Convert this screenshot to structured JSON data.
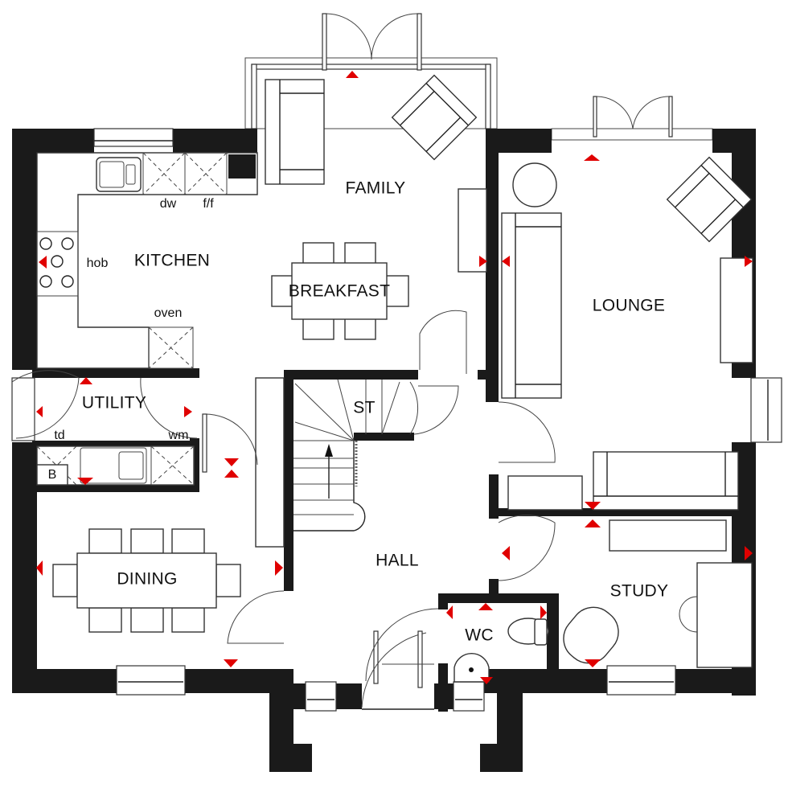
{
  "plan": {
    "type": "ground-floor-plan",
    "accent_color": "#e00000",
    "wall_color": "#1a1a1a"
  },
  "rooms": {
    "family": "FAMILY",
    "kitchen": "KITCHEN",
    "breakfast": "BREAKFAST",
    "lounge": "LOUNGE",
    "utility": "UTILITY",
    "store": "ST",
    "dining": "DINING",
    "hall": "HALL",
    "wc": "WC",
    "study": "STUDY"
  },
  "appliances": {
    "dishwasher": "dw",
    "fridge_freezer": "f/f",
    "hob": "hob",
    "oven": "oven",
    "tumble_dryer": "td",
    "washing_machine": "wm",
    "boiler": "B"
  }
}
